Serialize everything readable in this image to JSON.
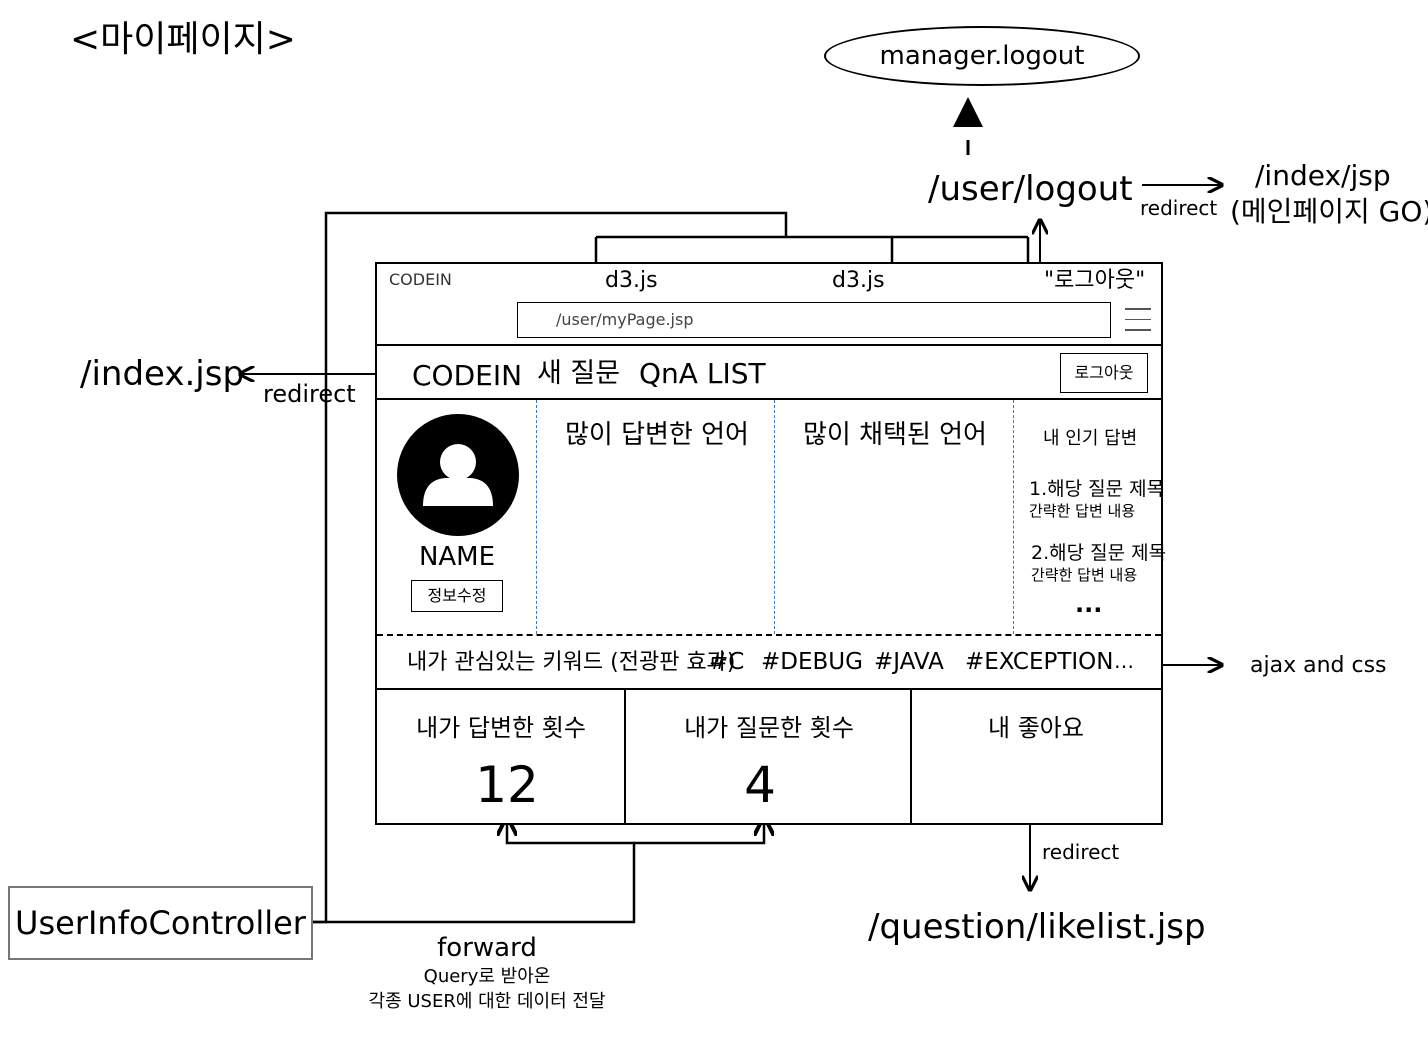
{
  "page_title": "<마이페이지>",
  "manager_logout": "manager.logout",
  "user_logout_path": "/user/logout",
  "index_jsp_path": "/index/jsp",
  "main_page_go": "(메인페이지 GO)",
  "redirect_label": "redirect",
  "index_path": "/index.jsp",
  "ajax_label": "ajax and css",
  "likelist_path": "/question/likelist.jsp",
  "controller_name": "UserInfoController",
  "forward": {
    "title": "forward",
    "line1": "Query로 받아온",
    "line2": "각종 USER에 대한 데이터 전달"
  },
  "browser": {
    "tab_site": "CODEIN",
    "tab_1": "d3.js",
    "tab_2": "d3.js",
    "tab_logout": "\"로그아웃\"",
    "url": "/user/myPage.jsp"
  },
  "nav": {
    "brand": "CODEIN",
    "new_question": "새 질문",
    "qna_list": "QnA LIST",
    "logout_button": "로그아웃"
  },
  "profile": {
    "name": "NAME",
    "edit_button": "정보수정"
  },
  "chart_answered": {
    "title": "많이 답변한 언어"
  },
  "chart_adopted": {
    "title": "많이 채택된 언어"
  },
  "popular": {
    "title": "내 인기 답변",
    "item1_title": "1.해당 질문 제목",
    "item1_desc": "간략한 답변 내용",
    "item2_title": "2.해당 질문 제목",
    "item2_desc": "간략한 답변 내용",
    "more": "..."
  },
  "keywords": {
    "label": "내가 관심있는 키워드 (전광판 효과)",
    "tags": [
      "#C",
      "#DEBUG",
      "#JAVA",
      "#EXCEPTION"
    ],
    "ellipsis": "…"
  },
  "stats": {
    "answered_label": "내가 답변한 횟수",
    "answered_count": "12",
    "asked_label": "내가 질문한 횟수",
    "asked_count": "4",
    "likes_label": "내 좋아요"
  }
}
